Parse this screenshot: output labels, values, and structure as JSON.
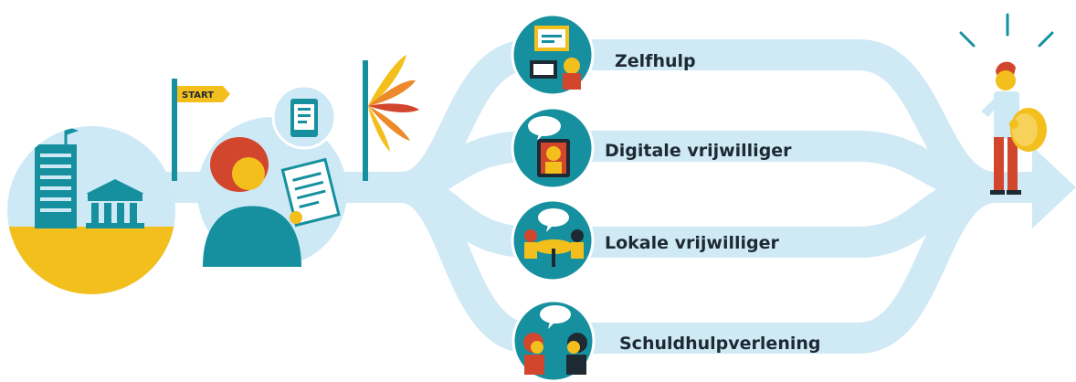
{
  "start_flag": {
    "label": "START"
  },
  "routes": [
    {
      "id": "zelfhulp",
      "label": "Zelfhulp",
      "icon": "laptop-self-help-icon"
    },
    {
      "id": "digitale-vrijwilliger",
      "label": "Digitale vrijwilliger",
      "icon": "video-call-icon"
    },
    {
      "id": "lokale-vrijwilliger",
      "label": "Lokale vrijwilliger",
      "icon": "meeting-table-icon"
    },
    {
      "id": "schuldhulpverlening",
      "label": "Schuldhulpverlening",
      "icon": "conversation-icon"
    }
  ],
  "colors": {
    "path": "#cfe9f5",
    "circle": "#cde9f6",
    "teal": "#16909f",
    "yellow": "#f3bf1c",
    "red": "#d2462d",
    "orange": "#ec8a2b",
    "dark": "#1e2a33"
  }
}
